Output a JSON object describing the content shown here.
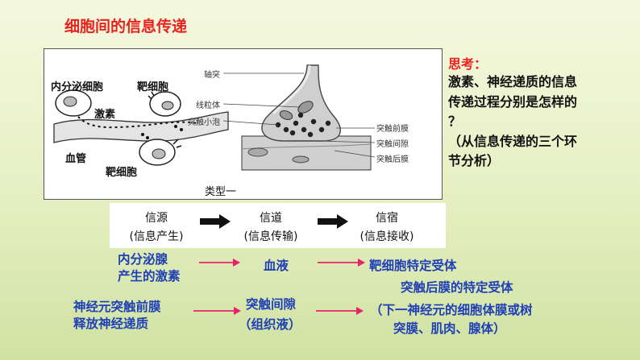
{
  "slide": {
    "title": "细胞间的信息传递"
  },
  "diagram": {
    "caption": "类型一",
    "left_labels": {
      "endocrine_cell": "内分泌细胞",
      "target_cell_top": "靶细胞",
      "hormone": "激素",
      "blood_vessel": "血管",
      "target_cell_bottom": "靶细胞"
    },
    "synapse_labels": {
      "axon": "轴突",
      "mitochondria": "线粒体",
      "vesicle": "突触小泡",
      "presynaptic_membrane": "突触前膜",
      "synaptic_cleft": "突触间隙",
      "postsynaptic_membrane": "突触后膜"
    }
  },
  "think": {
    "heading": "思考：",
    "lines": [
      "激素、神经递质的信息",
      "传递过程分别是怎样的",
      "？",
      "（从信息传递的三个环",
      "节分析）"
    ]
  },
  "flow": {
    "source": "信源",
    "source_sub": "(信息产生)",
    "channel": "信道",
    "channel_sub": "(信息传输)",
    "sink": "信宿",
    "sink_sub": "(信息接收)"
  },
  "hormone_row": {
    "source_line1": "内分泌腺",
    "source_line2": "产生的激素",
    "channel": "血液",
    "sink": "靶细胞特定受体"
  },
  "neuro_row": {
    "source_line1": "神经元突触前膜",
    "source_line2": "释放神经递质",
    "channel_line1": "突触间隙",
    "channel_line2": "（组织液）",
    "sink_line1": "突触后膜的特定受体",
    "sink_line2": "（下一神经元的细胞体膜或树",
    "sink_line3": "突膜、肌肉、腺体）"
  },
  "colors": {
    "title_red": "#e8221f",
    "arrow_pink": "#e8226a",
    "text_blue": "#1f3fb6"
  }
}
